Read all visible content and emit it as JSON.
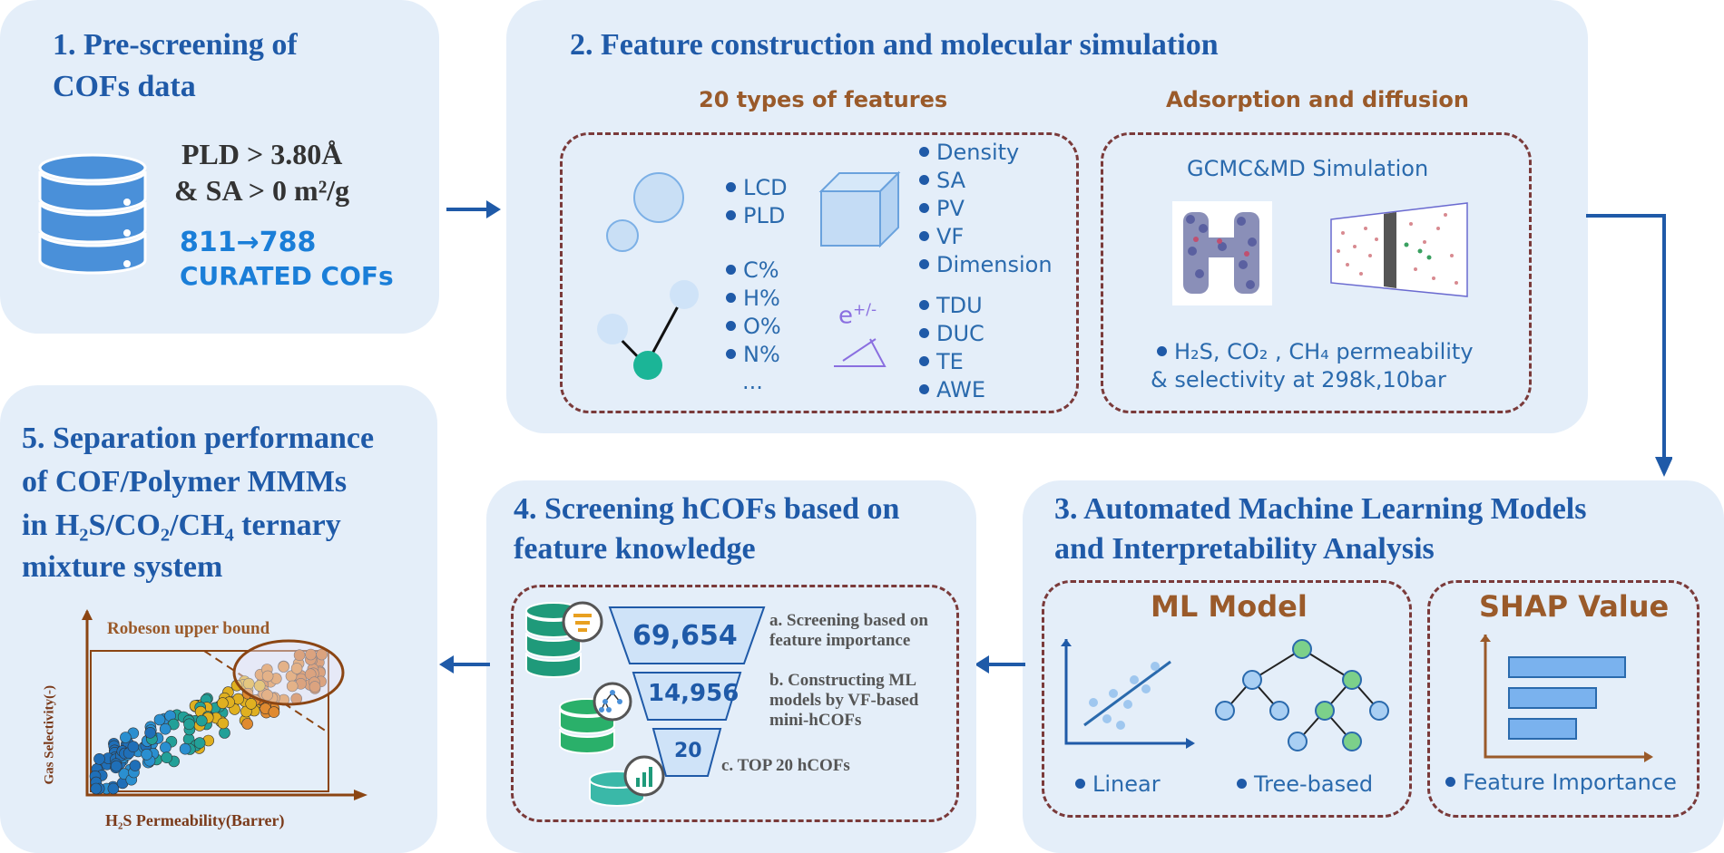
{
  "colors": {
    "panel": "#e4eef9",
    "title": "#1f5aa8",
    "bullet": "#2a6aad",
    "dash": "#7a3a3a",
    "subhead": "#9a5a2a",
    "arrow": "#1f5aa8"
  },
  "panel1": {
    "title_line1": "1. Pre-screening of",
    "title_line2": "COFs data",
    "criteria_line1": "PLD > 3.80Å",
    "criteria_line2": "& SA > 0 m²/g",
    "count": "811→788",
    "curated": "CURATED COFs",
    "icon": "database-icon"
  },
  "panel2": {
    "title": "2. Feature construction and molecular simulation",
    "features_head": "20 types of features",
    "adsorption_head": "Adsorption and diffusion",
    "pore_feats": [
      "LCD",
      "PLD"
    ],
    "density_feats": [
      "Density",
      "SA",
      "PV",
      "VF",
      "Dimension"
    ],
    "element_feats": [
      "C%",
      "H%",
      "O%",
      "N%"
    ],
    "ellipsis": "...",
    "energy_feats": [
      "TDU",
      "DUC",
      "TE",
      "AWE"
    ],
    "charge_label": "e",
    "charge_sup": "+/-",
    "sim_title": "GCMC&MD Simulation",
    "perm_line1": "H₂S, CO₂ , CH₄ permeability",
    "perm_line2": "& selectivity at 298k,10bar"
  },
  "panel3": {
    "title_line1": "3. Automated Machine Learning Models",
    "title_line2": "and Interpretability Analysis",
    "ml_head": "ML Model",
    "shap_head": "SHAP Value",
    "linear": "Linear",
    "tree": "Tree-based",
    "feat_imp": "Feature Importance"
  },
  "panel4": {
    "title_line1": "4. Screening hCOFs based on",
    "title_line2": "feature knowledge",
    "funnel": [
      "69,654",
      "14,956",
      "20"
    ],
    "step_a_1": "a. Screening based on",
    "step_a_2": "feature importance",
    "step_b_1": "b. Constructing ML",
    "step_b_2": "models by VF-based",
    "step_b_3": "mini-hCOFs",
    "step_c": "c. TOP 20 hCOFs"
  },
  "panel5": {
    "title_line1": "5. Separation performance",
    "title_line2": "of COF/Polymer MMMs",
    "title_line3": "in H₂S/CO₂/CH₄ ternary",
    "title_line4": "mixture system",
    "upper_bound": "Robeson upper bound",
    "ylabel": "Gas Selectivity(-)",
    "xlabel": "H₂S Permeability(Barrer)"
  }
}
